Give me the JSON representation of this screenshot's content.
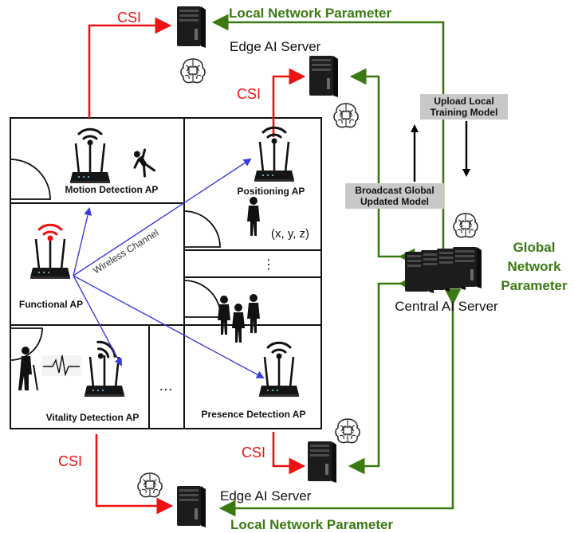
{
  "labels": {
    "csi": "CSI",
    "local_network_parameter": "Local Network Parameter",
    "edge_ai_server": "Edge AI Server",
    "central_ai_server": "Central AI Server",
    "global_line1": "Global",
    "global_line2": "Network",
    "global_line3": "Parameter",
    "upload_line1": "Upload Local",
    "upload_line2": "Training Model",
    "broadcast_line1": "Broadcast Global",
    "broadcast_line2": "Updated Model",
    "wireless_channel": "Wireless Channel",
    "coordinates": "(x, y, z)",
    "ellipsis": "…"
  },
  "access_points": {
    "motion": "Motion Detection AP",
    "positioning": "Positioning AP",
    "functional": "Functional AP",
    "vitality": "Vitality Detection AP",
    "presence": "Presence Detection AP"
  },
  "colors": {
    "csi": "#ee1111",
    "network": "#3b7a12",
    "wireless": "#3b3bdd",
    "wall": "#111111",
    "box": "#c8c8c8"
  },
  "icons": [
    "server-icon",
    "brain-chip-icon",
    "router-icon",
    "wifi-icon",
    "person-icon",
    "falling-person-icon",
    "heartbeat-icon"
  ]
}
